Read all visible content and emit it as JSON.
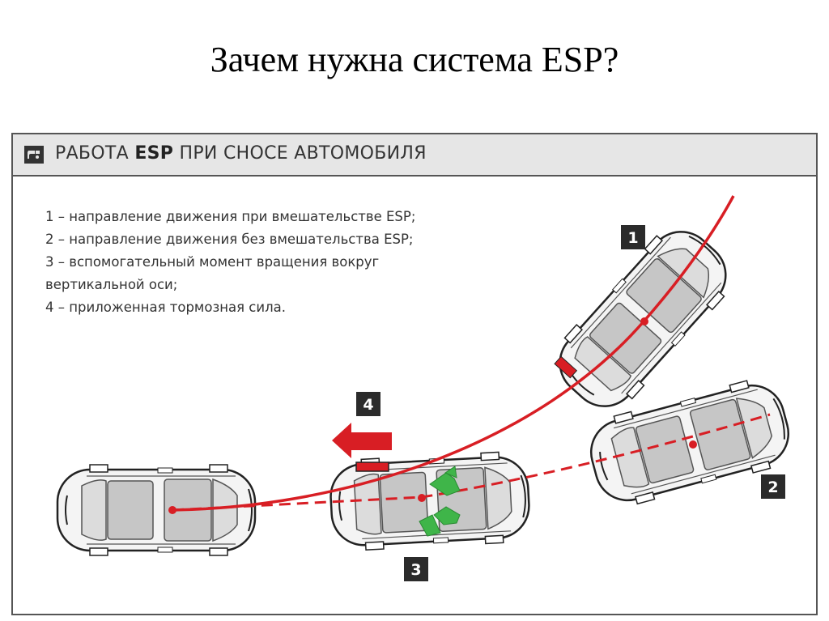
{
  "title": "Зачем нужна система ESP?",
  "figure": {
    "header_pre": "РАБОТА ",
    "header_bold": "ESP",
    "header_post": " ПРИ СНОСЕ АВТОМОБИЛЯ",
    "legend": [
      "1 – направление движения при вмешательстве ESP;",
      "2 – направление движения без вмешательства ESP;",
      "3 – вспомогательный момент вращения вокруг",
      "вертикальной оси;",
      "4 – приложенная тормозная сила."
    ],
    "labels": {
      "one": "1",
      "two": "2",
      "three": "3",
      "four": "4"
    }
  },
  "colors": {
    "path_red": "#d81e24",
    "moment_green": "#3fb549",
    "car_grey": "#bdbdbd",
    "label_bg": "#2b2b2b"
  }
}
